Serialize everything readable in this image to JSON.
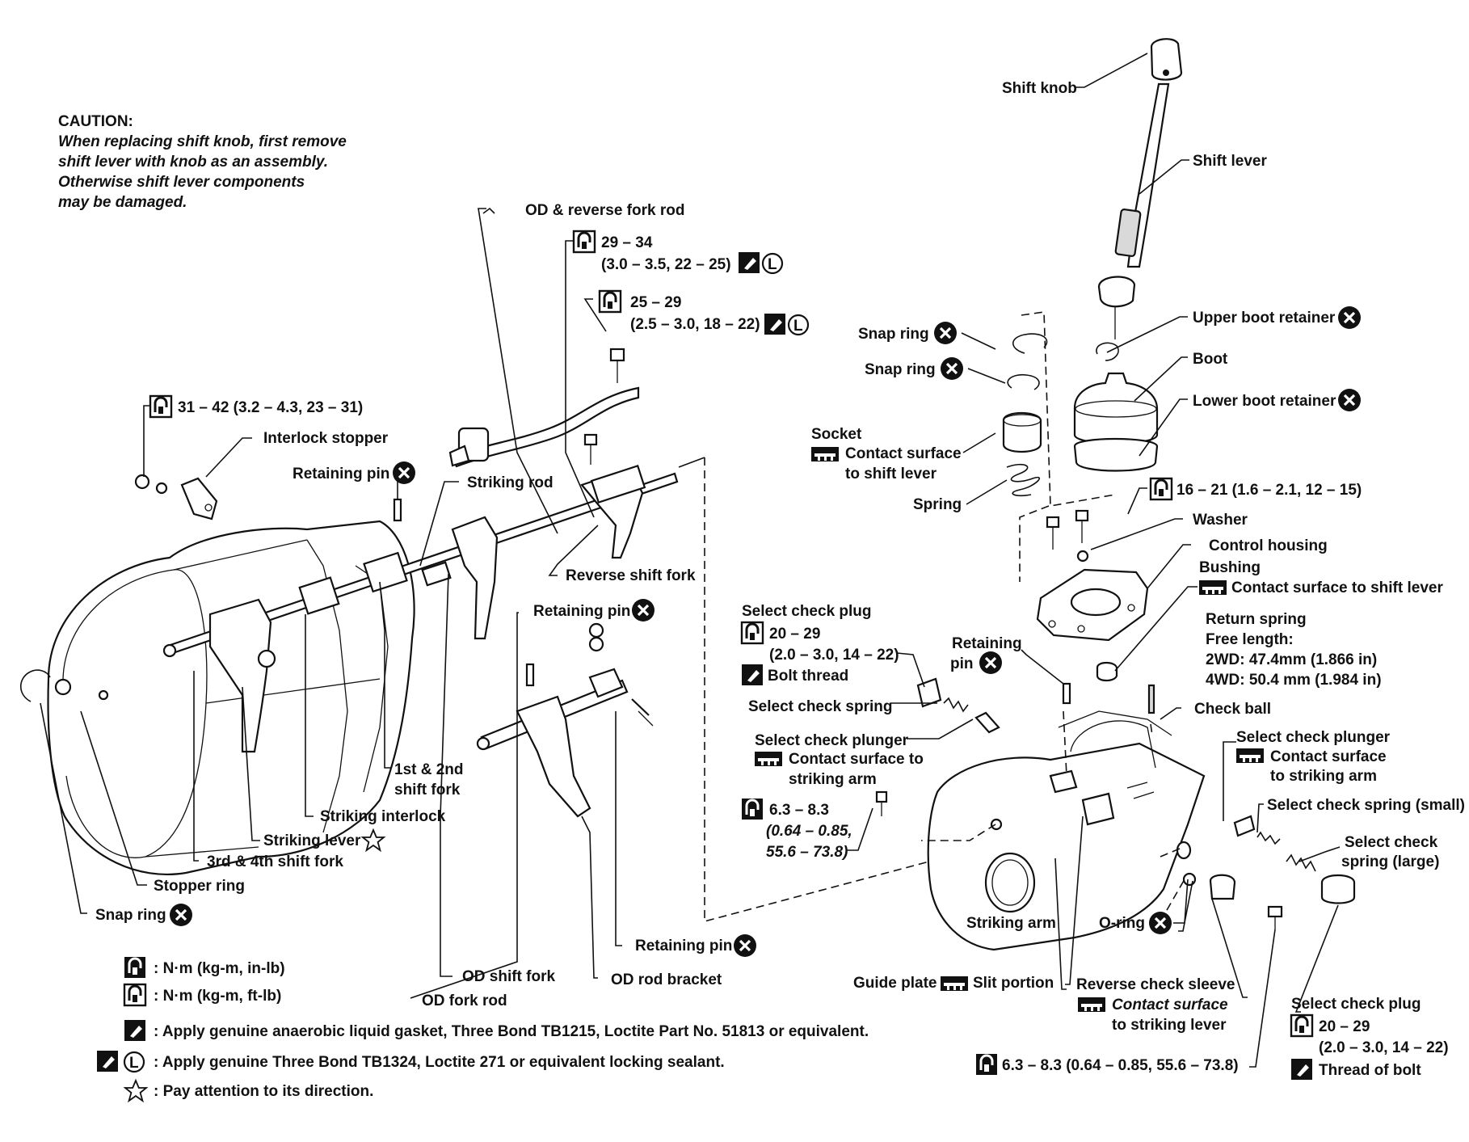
{
  "caution": {
    "title": "CAUTION:",
    "lines": [
      "When replacing shift knob, first remove",
      "shift lever with knob as an assembly.",
      "Otherwise shift lever components",
      "may be damaged."
    ]
  },
  "labels": {
    "shift_knob": "Shift knob",
    "shift_lever": "Shift lever",
    "upper_boot_retainer": "Upper boot retainer",
    "boot": "Boot",
    "lower_boot_retainer": "Lower boot retainer",
    "snap_ring_1": "Snap ring",
    "snap_ring_2": "Snap ring",
    "socket": "Socket",
    "socket_contact": "Contact surface",
    "socket_contact2": "to shift lever",
    "spring": "Spring",
    "torque_16_21": "16 – 21 (1.6 – 2.1, 12 – 15)",
    "washer": "Washer",
    "control_housing": "Control housing",
    "bushing": "Bushing",
    "bushing_contact": "Contact surface to shift lever",
    "return_spring": "Return spring",
    "free_length": "Free length:",
    "free_2wd": "2WD: 47.4mm (1.866 in)",
    "free_4wd": "4WD: 50.4 mm (1.984 in)",
    "check_ball": "Check ball",
    "od_reverse_fork_rod": "OD & reverse fork rod",
    "torque_29_34": "29 – 34",
    "torque_29_34_b": "(3.0 – 3.5, 22 – 25)",
    "torque_25_29": "25 – 29",
    "torque_25_29_b": "(2.5 – 3.0, 18 – 22)",
    "torque_31_42": "31 – 42 (3.2 – 4.3, 23 – 31)",
    "interlock_stopper": "Interlock stopper",
    "retaining_pin_1": "Retaining pin",
    "striking_rod": "Striking rod",
    "reverse_shift_fork": "Reverse shift fork",
    "retaining_pin_2": "Retaining pin",
    "select_check_plug": "Select check plug",
    "torque_20_29": "20 – 29",
    "torque_20_29_b": "(2.0 – 3.0, 14 – 22)",
    "bolt_thread": "Bolt thread",
    "select_check_spring": "Select check spring",
    "select_check_plunger": "Select check plunger",
    "plunger_contact": "Contact surface to",
    "plunger_contact2": "striking arm",
    "torque_63_83": "6.3 – 8.3",
    "torque_63_83_b": "(0.64 – 0.85,",
    "torque_63_83_c": "55.6 – 73.8)",
    "retaining_pin_3": "Retaining",
    "retaining_pin_3b": "pin",
    "first_second_fork": "1st & 2nd",
    "first_second_fork2": "shift fork",
    "striking_interlock": "Striking interlock",
    "striking_lever": "Striking lever",
    "third_fourth_fork": "3rd & 4th shift fork",
    "stopper_ring": "Stopper ring",
    "snap_ring_3": "Snap ring",
    "retaining_pin_4": "Retaining pin",
    "od_shift_fork": "OD shift fork",
    "od_rod_bracket": "OD rod bracket",
    "od_fork_rod": "OD fork rod",
    "select_check_plunger_r": "Select check plunger",
    "plunger_r_contact": "Contact surface",
    "plunger_r_contact2": "to striking arm",
    "select_check_spring_small": "Select check spring (small)",
    "select_check_spring_large": "Select check",
    "select_check_spring_large2": "spring (large)",
    "striking_arm": "Striking arm",
    "o_ring": "O-ring",
    "guide_plate": "Guide plate",
    "slit_portion": "Slit portion",
    "reverse_check_sleeve": "Reverse check sleeve",
    "sleeve_contact": "Contact surface",
    "sleeve_contact2": "to striking lever",
    "torque_63_83_long": "6.3 – 8.3 (0.64 – 0.85, 55.6 – 73.8)",
    "select_check_plug_r": "Select check plug",
    "torque_20_29_r": "20 – 29",
    "torque_20_29_r_b": "(2.0 – 3.0, 14 – 22)",
    "thread_of_bolt": "Thread of bolt"
  },
  "legend": [
    {
      "icon": "torque-in-lb-icon",
      "text": ": N·m (kg-m, in-lb)"
    },
    {
      "icon": "torque-ft-lb-icon",
      "text": ": N·m (kg-m, ft-lb)"
    },
    {
      "icon": "liquid-gasket-icon",
      "text": ": Apply genuine anaerobic liquid gasket, Three Bond TB1215, Loctite Part No. 51813 or equivalent."
    },
    {
      "icon": "locking-sealant-icon",
      "text": ": Apply genuine Three Bond TB1324, Loctite 271 or equivalent locking sealant."
    },
    {
      "icon": "direction-star-icon",
      "text": ": Pay attention to its direction."
    }
  ],
  "symbols": {
    "sealant_letter": "L"
  }
}
